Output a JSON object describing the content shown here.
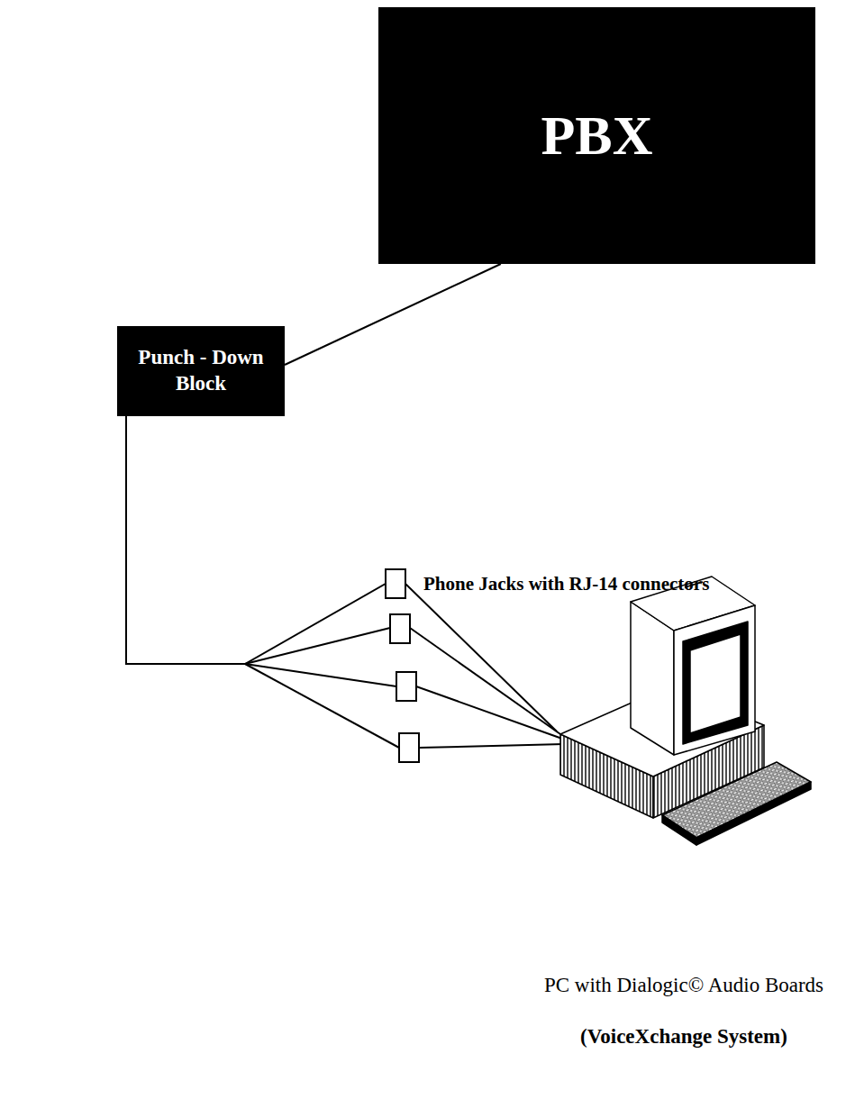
{
  "diagram": {
    "nodes": [
      {
        "text": [
          "PBX"
        ]
      },
      {
        "text": [
          "Punch - Down Block"
        ]
      },
      {
        "text": [
          "PC with Dialogic© Audio Boards",
          "(VoiceXchange System)"
        ]
      }
    ],
    "edges": [
      {
        "from": 0,
        "to": 1,
        "arrow": "none"
      },
      {
        "from": 1,
        "to": 2,
        "arrow": "none"
      }
    ],
    "labels": [
      "Phone Jacks with RJ-14 connectors"
    ]
  }
}
